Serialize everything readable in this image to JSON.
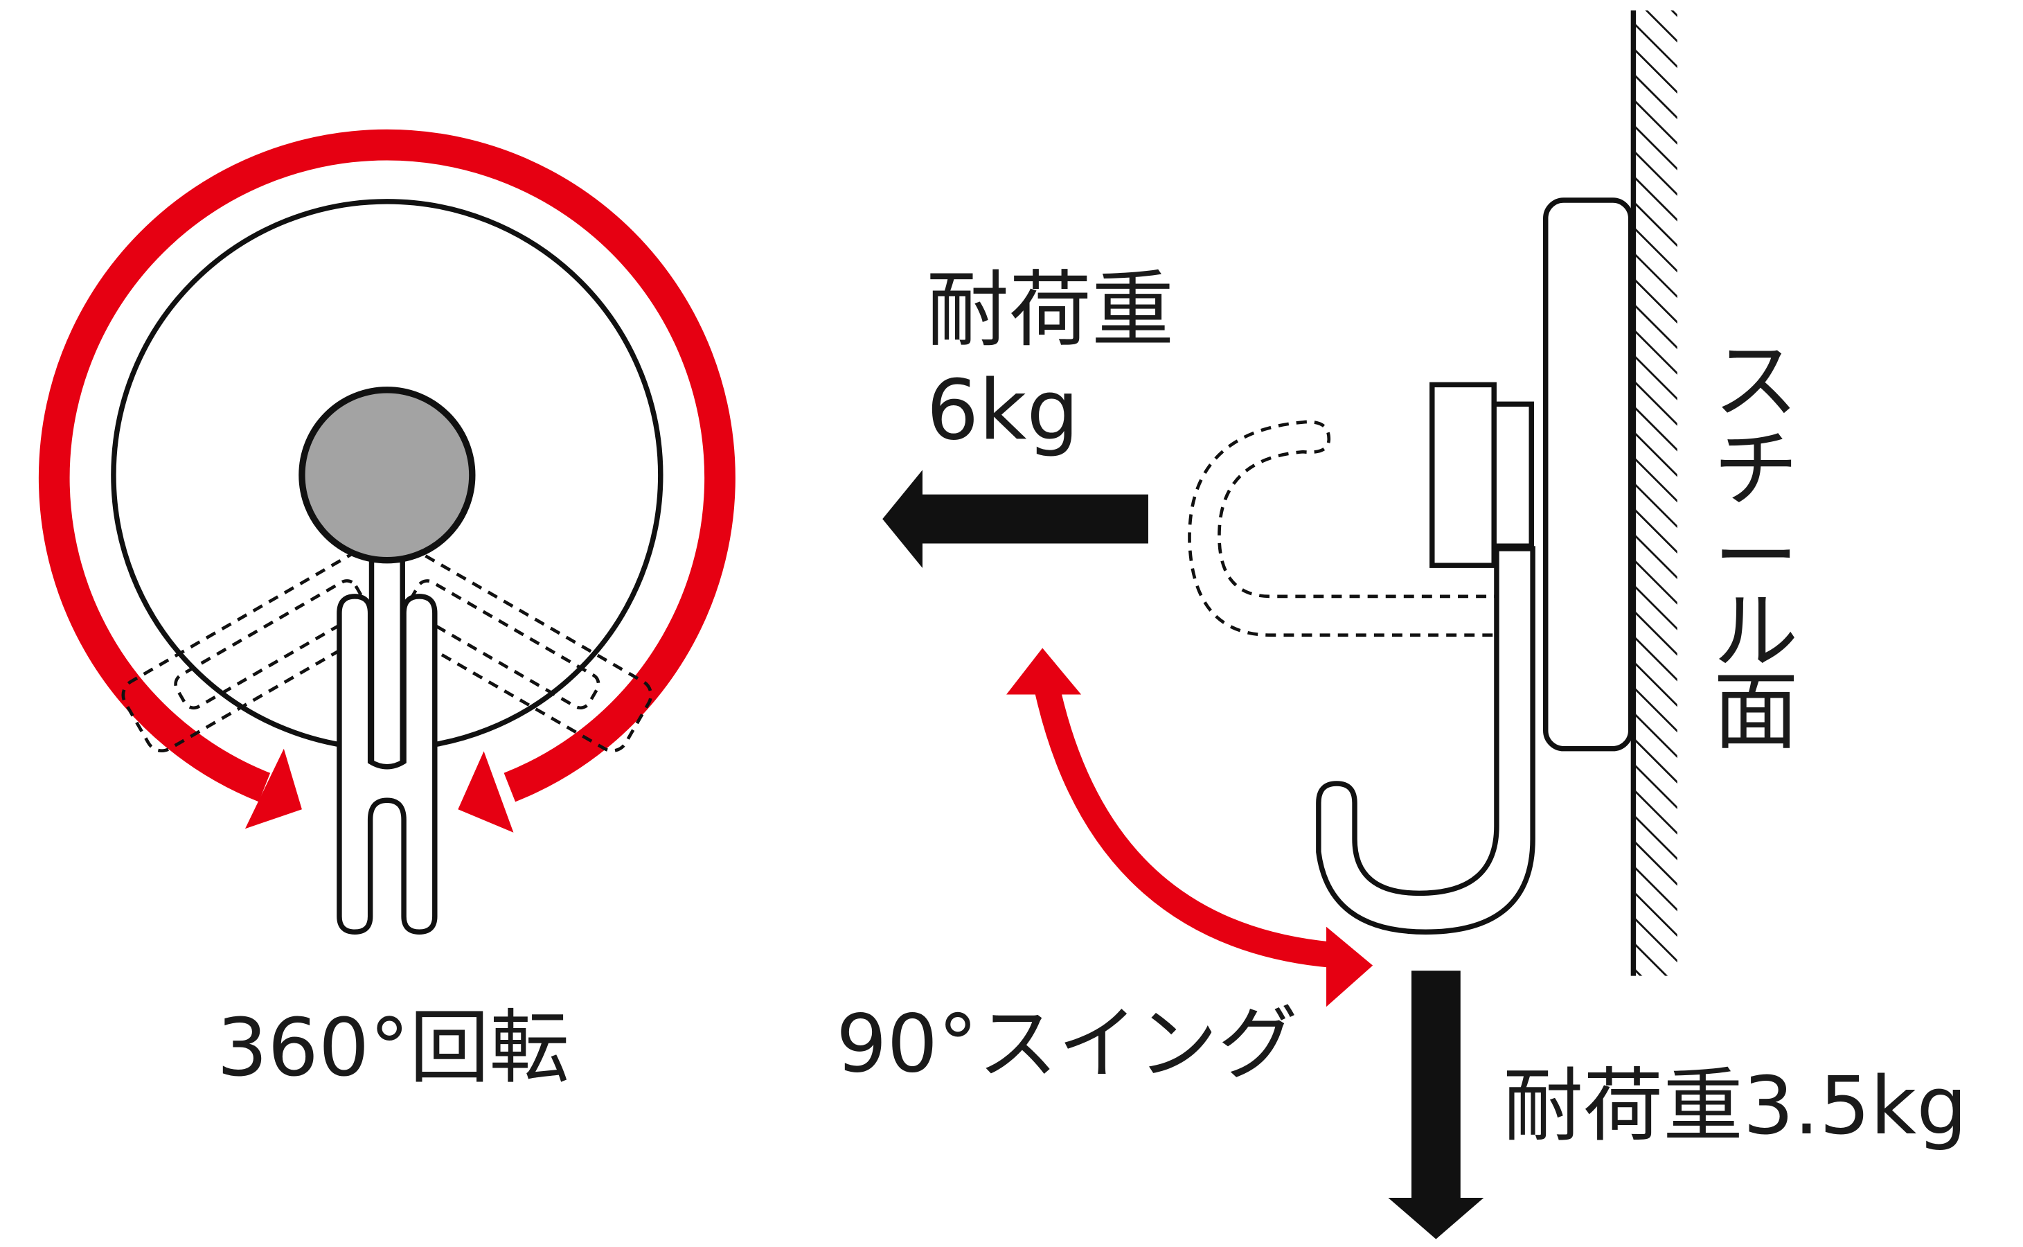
{
  "colors": {
    "accent_red": "#e60012",
    "ink": "#111111",
    "ball_gray": "#a3a3a3"
  },
  "labels": {
    "rotation": "360°回転",
    "swing": "90°スイング",
    "load_horizontal_title": "耐荷重",
    "load_horizontal_value": "6kg",
    "load_vertical": "耐荷重3.5kg",
    "surface": [
      "ス",
      "チ",
      "ー",
      "ル",
      "面"
    ]
  }
}
